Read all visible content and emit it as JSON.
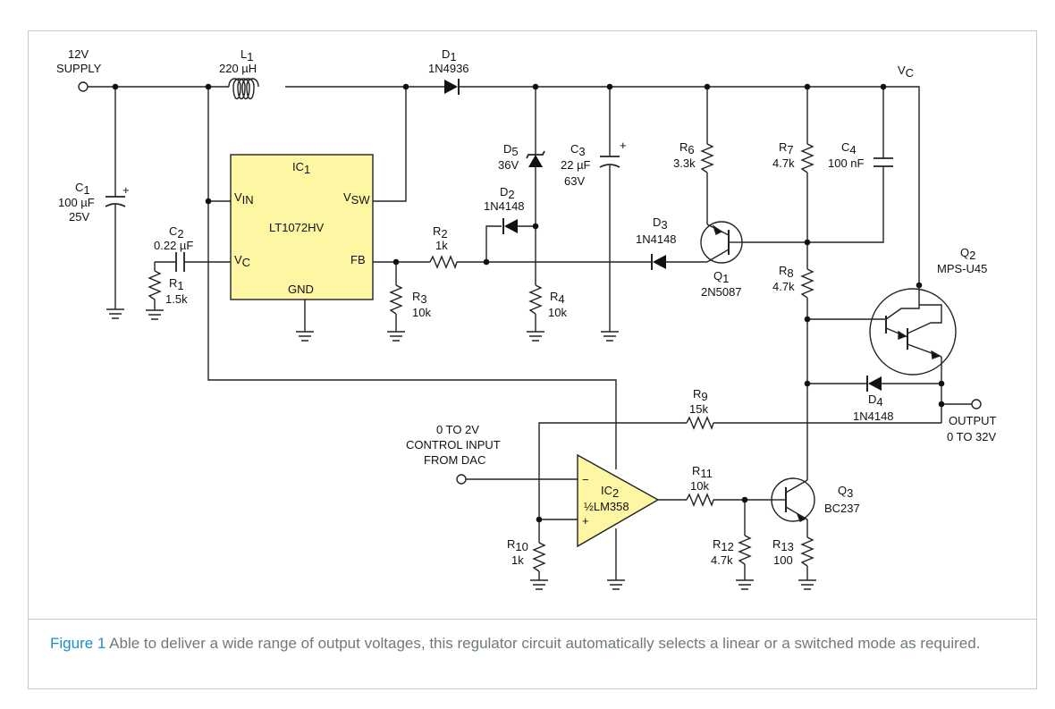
{
  "labels": {
    "supply_v": "12V",
    "supply": "SUPPLY",
    "l1": "L",
    "l1_sub": "1",
    "l1_val": "220 µH",
    "d1": "D",
    "d1_sub": "1",
    "d1_val": "1N4936",
    "vc_top": "V",
    "vc_top_sub": "C",
    "c1": "C",
    "c1_sub": "1",
    "c1_val1": "100 µF",
    "c1_val2": "25V",
    "ic1": "IC",
    "ic1_sub": "1",
    "ic1_vin": "V",
    "ic1_vin_sub": "IN",
    "ic1_vsw": "V",
    "ic1_vsw_sub": "SW",
    "ic1_part": "LT1072HV",
    "ic1_vc": "V",
    "ic1_vc_sub": "C",
    "ic1_fb": "FB",
    "ic1_gnd": "GND",
    "c2": "C",
    "c2_sub": "2",
    "c2_val": "0.22 µF",
    "r1": "R",
    "r1_sub": "1",
    "r1_val": "1.5k",
    "r2": "R",
    "r2_sub": "2",
    "r2_val": "1k",
    "r3": "R",
    "r3_sub": "3",
    "r3_val": "10k",
    "d5": "D",
    "d5_sub": "5",
    "d5_val": "36V",
    "d2": "D",
    "d2_sub": "2",
    "d2_val": "1N4148",
    "r4": "R",
    "r4_sub": "4",
    "r4_val": "10k",
    "c3": "C",
    "c3_sub": "3",
    "c3_val1": "22 µF",
    "c3_val2": "63V",
    "d3": "D",
    "d3_sub": "3",
    "d3_val": "1N4148",
    "r6": "R",
    "r6_sub": "6",
    "r6_val": "3.3k",
    "q1": "Q",
    "q1_sub": "1",
    "q1_val": "2N5087",
    "r7": "R",
    "r7_sub": "7",
    "r7_val": "4.7k",
    "c4": "C",
    "c4_sub": "4",
    "c4_val": "100 nF",
    "r8": "R",
    "r8_sub": "8",
    "r8_val": "4.7k",
    "q2": "Q",
    "q2_sub": "2",
    "q2_val": "MPS-U45",
    "d4": "D",
    "d4_sub": "4",
    "d4_val": "1N4148",
    "output": "OUTPUT",
    "output_range": "0 TO 32V",
    "r9": "R",
    "r9_sub": "9",
    "r9_val": "15k",
    "ctrl1": "0 TO 2V",
    "ctrl2": "CONTROL INPUT",
    "ctrl3": "FROM DAC",
    "ic2": "IC",
    "ic2_sub": "2",
    "ic2_part": "½LM358",
    "ic2_minus": "−",
    "ic2_plus": "+",
    "r10": "R",
    "r10_sub": "10",
    "r10_val": "1k",
    "r11": "R",
    "r11_sub": "11",
    "r11_val": "10k",
    "r12": "R",
    "r12_sub": "12",
    "r12_val": "4.7k",
    "q3": "Q",
    "q3_sub": "3",
    "q3_val": "BC237",
    "r13": "R",
    "r13_sub": "13",
    "r13_val": "100",
    "cap_plus_c1": "+",
    "cap_plus_c3": "+"
  },
  "caption": {
    "figure": "Figure 1",
    "text": " Able to deliver a wide range of output voltages, this regulator circuit automatically selects a linear or a switched mode as required."
  },
  "colors": {
    "ic_fill": "#fdf6a3",
    "opamp_fill": "#fdf6a3",
    "caption_blue": "#1a8fc9",
    "caption_text": "#6d7a80"
  }
}
